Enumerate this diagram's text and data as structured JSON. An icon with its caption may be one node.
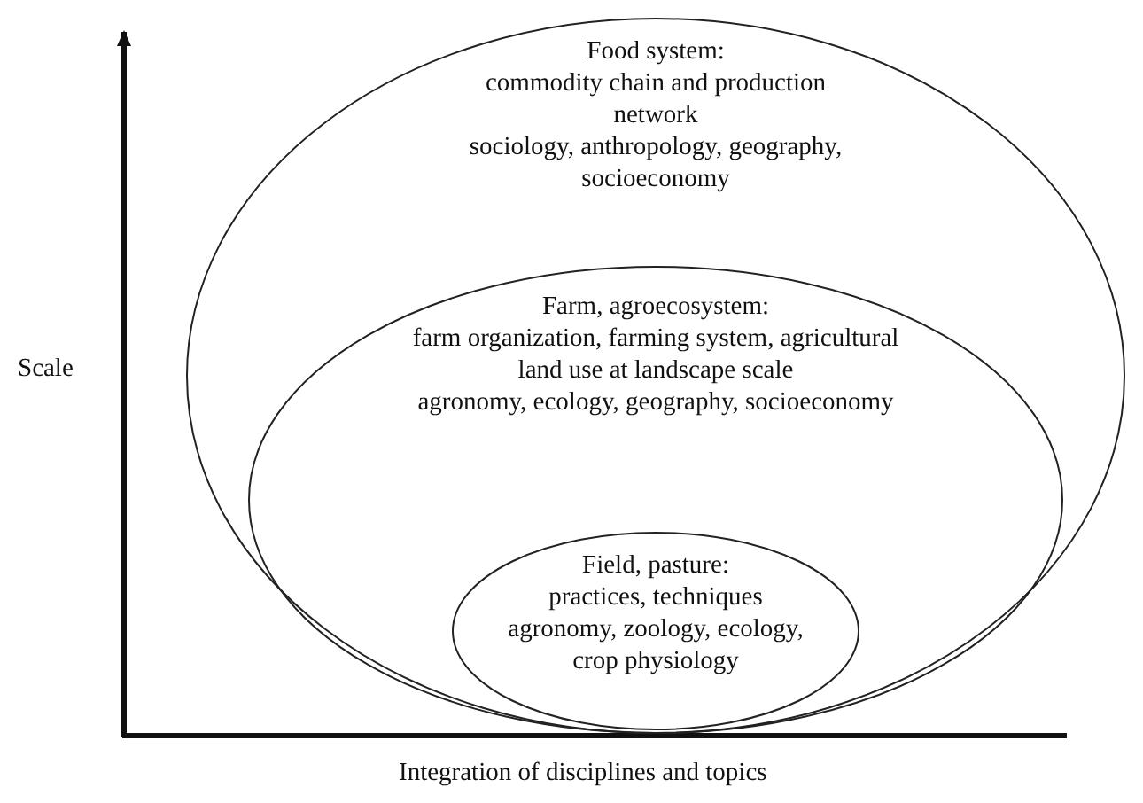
{
  "diagram": {
    "nodes": [
      {
        "text": [
          "Food system:",
          "commodity chain and production network",
          "sociology, anthropology, geography, socioeconomy"
        ]
      },
      {
        "text": [
          "Farm, agroecosystem:",
          "farm organization, farming system, agricultural land use at landscape scale",
          "agronomy, ecology, geography, socioeconomy"
        ],
        "in": 0
      },
      {
        "text": [
          "Field, pasture:",
          "practices, techniques",
          "agronomy, zoology, ecology, crop physiology"
        ],
        "in": 1
      }
    ],
    "edges": [],
    "labels": [
      "Scale",
      "Integration of disciplines and topics"
    ]
  }
}
